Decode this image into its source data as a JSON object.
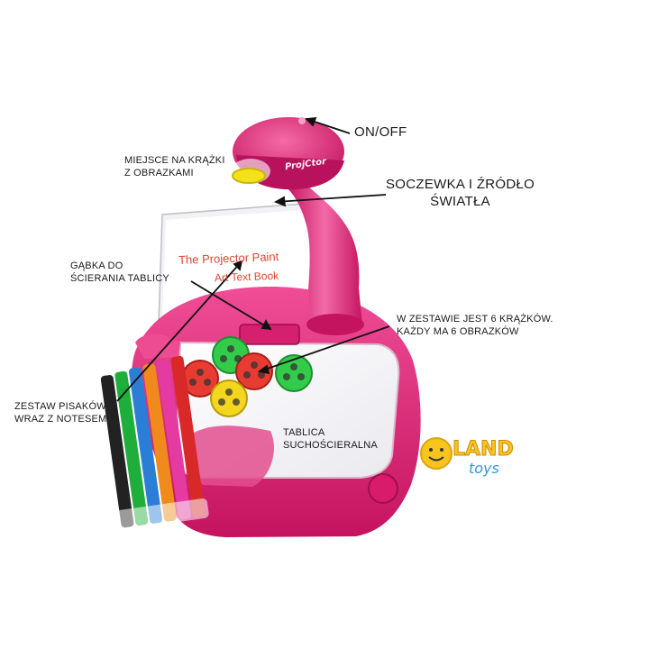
{
  "labels": {
    "on_off": "ON/OFF",
    "disc_slot": [
      "MIEJSCE NA KRĄŻKI",
      "Z OBRAZKAMI"
    ],
    "lens": [
      "SOCZEWKA  I ŹRÓDŁO",
      "ŚWIATŁA"
    ],
    "sponge": [
      "GĄBKA DO",
      "ŚCIERANIA TABLICY"
    ],
    "discs_set": [
      "W ZESTAWIE JEST 6 KRĄŻKÓW.",
      "KAŻDY MA 6 OBRAZKÓW"
    ],
    "markers": [
      "ZESTAW PISAKÓW",
      "WRAZ Z NOTESEM"
    ],
    "board": [
      "TABLICA",
      "SUCHOŚCIERALNA"
    ]
  },
  "book": {
    "title_line1": "The Projector Paint",
    "title_line2": "Art Text Book"
  },
  "projector_logo": "ProjCtor",
  "brand": {
    "word1": "LAND",
    "word2": "toys"
  },
  "colors": {
    "toy_pink": "#e5207a",
    "toy_pink_dark": "#b8125c",
    "brand_yellow": "#f7c51e",
    "brand_blue": "#2f9ad6"
  }
}
